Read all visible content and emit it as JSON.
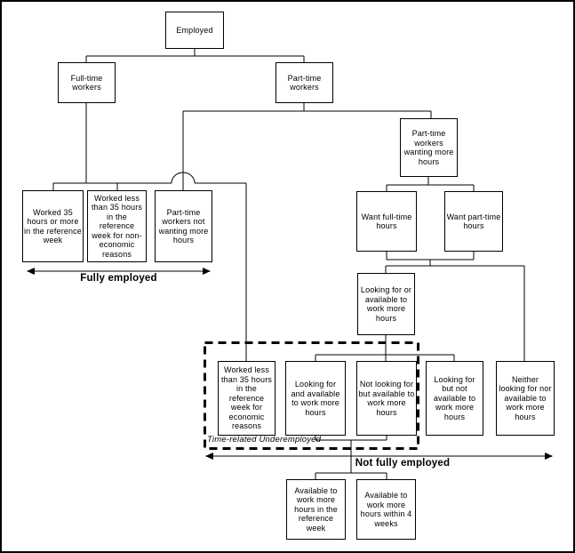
{
  "nodes": {
    "employed": "Employed",
    "full_time_workers": "Full-time workers",
    "part_time_workers": "Part-time workers",
    "worked_35_plus": "Worked 35 hours or more in the reference week",
    "worked_less_non_economic": "Worked less than 35 hours in the reference week for non-economic reasons",
    "pt_not_wanting": "Part-time workers not wanting more hours",
    "pt_wanting_more": "Part-time workers wanting more hours",
    "want_full_time": "Want full-time hours",
    "want_part_time": "Want part-time hours",
    "looking_or_available": "Looking for or available to work more hours",
    "worked_less_economic": "Worked less than 35 hours in the reference week for economic reasons",
    "looking_and_available": "Looking for and available to work more hours",
    "not_looking_but_available": "Not looking for but available to work more hours",
    "looking_but_not_available": "Looking for but not available to work more hours",
    "neither_looking_nor_available": "Neither looking for nor available to work more hours",
    "available_reference_week": "Available to work more hours in the reference week",
    "available_4_weeks": "Available to work more hours within 4 weeks"
  },
  "annotations": {
    "fully_employed": "Fully employed",
    "not_fully_employed": "Not fully employed",
    "time_related_underemployed": "Time-related Underemployed"
  },
  "edges": [
    {
      "from": "employed",
      "to": [
        "full_time_workers",
        "part_time_workers"
      ]
    },
    {
      "from": "full_time_workers",
      "to": [
        "worked_35_plus",
        "worked_less_non_economic",
        "worked_less_economic"
      ]
    },
    {
      "from": "part_time_workers",
      "to": [
        "pt_not_wanting",
        "pt_wanting_more"
      ]
    },
    {
      "from": "pt_wanting_more",
      "to": [
        "want_full_time",
        "want_part_time"
      ]
    },
    {
      "from": "want_full_time+want_part_time",
      "to": [
        "looking_or_available",
        "neither_looking_nor_available"
      ]
    },
    {
      "from": "looking_or_available",
      "to": [
        "looking_and_available",
        "not_looking_but_available",
        "looking_but_not_available"
      ]
    },
    {
      "from": "looking_and_available+not_looking_but_available",
      "to": [
        "available_reference_week",
        "available_4_weeks"
      ]
    }
  ],
  "groups": {
    "fully_employed_span": [
      "worked_35_plus",
      "worked_less_non_economic",
      "pt_not_wanting"
    ],
    "time_related_underemployed_box": [
      "worked_less_economic",
      "looking_and_available",
      "not_looking_but_available"
    ],
    "not_fully_employed_span": [
      "worked_less_economic",
      "looking_and_available",
      "not_looking_but_available",
      "looking_but_not_available",
      "neither_looking_nor_available"
    ]
  },
  "colors": {
    "line": "#000000",
    "background": "#ffffff",
    "text": "#000000"
  }
}
